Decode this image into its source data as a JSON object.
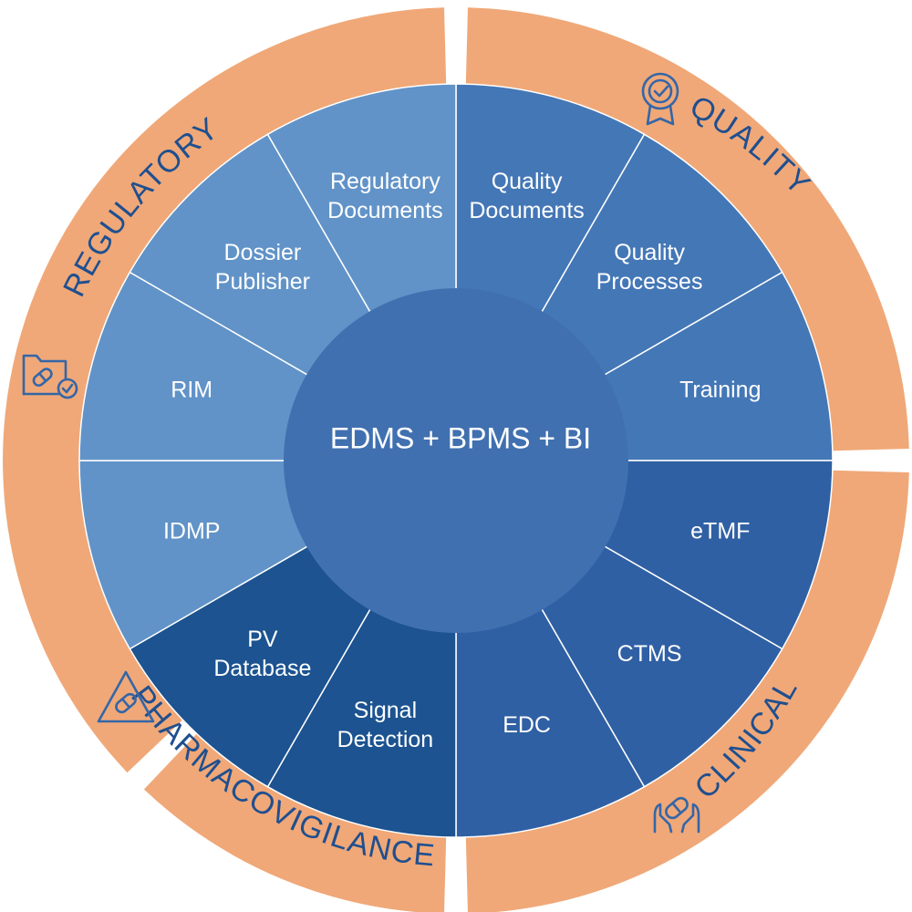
{
  "center": {
    "label": "EDMS + BPMS + BI",
    "color": "#4170b0"
  },
  "segments": [
    {
      "lines": [
        "Quality",
        "Documents"
      ],
      "color": "#4477b6"
    },
    {
      "lines": [
        "Quality",
        "Processes"
      ],
      "color": "#4477b6"
    },
    {
      "lines": [
        "Training"
      ],
      "color": "#4477b6"
    },
    {
      "lines": [
        "eTMF"
      ],
      "color": "#3060a4"
    },
    {
      "lines": [
        "CTMS"
      ],
      "color": "#3060a4"
    },
    {
      "lines": [
        "EDC"
      ],
      "color": "#3060a4"
    },
    {
      "lines": [
        "Signal",
        "Detection"
      ],
      "color": "#1c5390"
    },
    {
      "lines": [
        "PV",
        "Database"
      ],
      "color": "#1c5390"
    },
    {
      "lines": [
        "IDMP"
      ],
      "color": "#6193c8"
    },
    {
      "lines": [
        "RIM"
      ],
      "color": "#6193c8"
    },
    {
      "lines": [
        "Dossier",
        "Publisher"
      ],
      "color": "#6193c8"
    },
    {
      "lines": [
        "Regulatory",
        "Documents"
      ],
      "color": "#6193c8"
    }
  ],
  "domains": [
    {
      "label": "QUALITY",
      "icon": "quality-award-icon"
    },
    {
      "label": "CLINICAL",
      "icon": "hands-pill-icon"
    },
    {
      "label": "PHARMACOVIGILANCE",
      "icon": "warning-pill-icon"
    },
    {
      "label": "REGULATORY",
      "icon": "folder-pill-check-icon"
    }
  ],
  "colors": {
    "ring": "#f0a878",
    "domain_text": "#1f4f8f",
    "divider": "#ffffff"
  }
}
